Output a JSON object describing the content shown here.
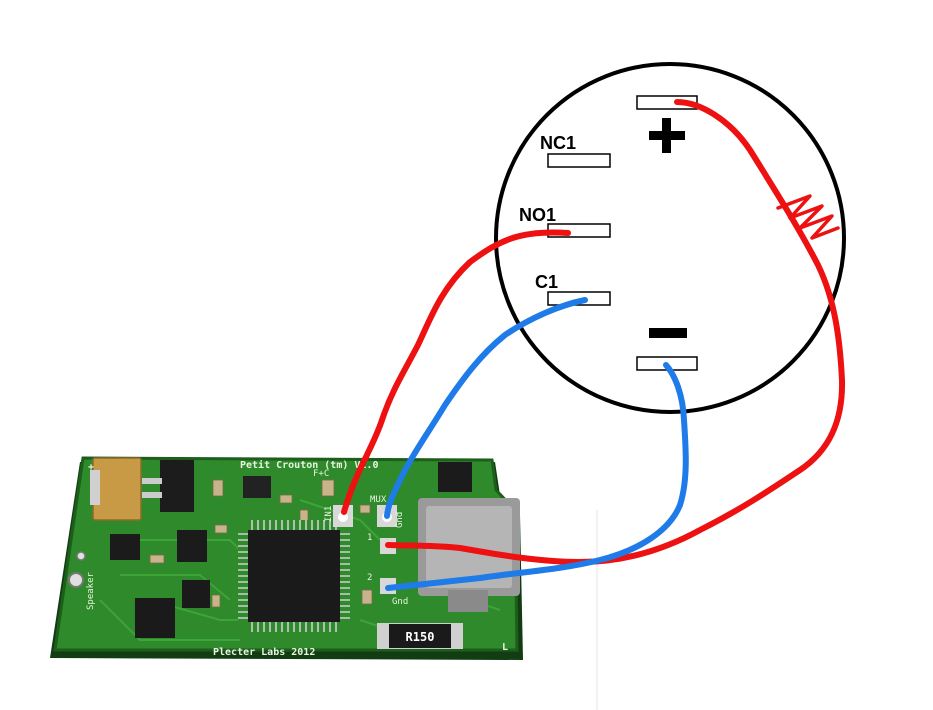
{
  "switch": {
    "labels": {
      "nc1": "NC1",
      "no1": "NO1",
      "c1": "C1"
    },
    "plus_icon": "plus-sign-icon",
    "minus_icon": "minus-sign-icon",
    "resistor_icon": "resistor-zigzag-icon"
  },
  "board": {
    "title": "Petit Crouton (tm) V1.0",
    "maker": "Plecter Labs 2012",
    "speaker": "Speaker",
    "resistor": "R150",
    "gnd1": "Gnd",
    "gnd2": "Gnd",
    "pin1": "1",
    "pin2": "2",
    "mux": "MUX",
    "in1": "IN1",
    "fnc": "F+C",
    "plus_mark": "+",
    "minus_mark": "L"
  },
  "colors": {
    "red_wire": "#ee1111",
    "blue_wire": "#1e7be8",
    "pcb": "#2e8a2a",
    "pcb_dark": "#1d5e1c",
    "outline": "#000000"
  }
}
